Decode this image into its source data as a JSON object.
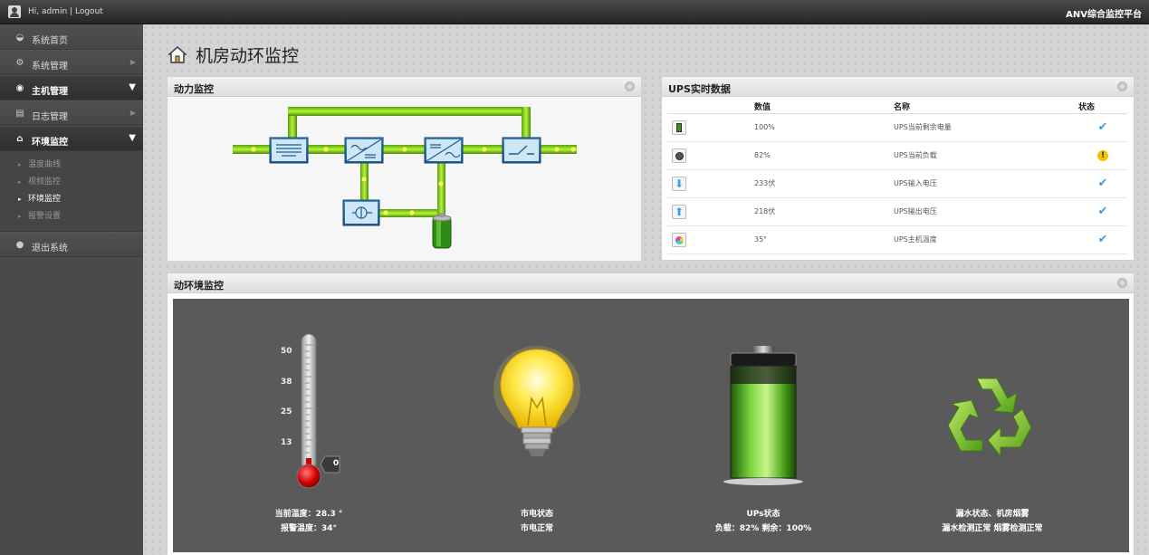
{
  "topbar": {
    "greeting": "Hi,",
    "user": "admin",
    "sep": " | ",
    "logout": "Logout",
    "brand": "ANV综合监控平台"
  },
  "sidebar": {
    "items": [
      {
        "label": "系统首页",
        "icon": "dashboard-icon"
      },
      {
        "label": "系统管理",
        "icon": "settings-icon"
      },
      {
        "label": "主机管理",
        "icon": "host-icon"
      },
      {
        "label": "日志管理",
        "icon": "log-icon"
      },
      {
        "label": "环境监控",
        "icon": "home-icon"
      },
      {
        "label": "退出系统",
        "icon": "info-icon"
      }
    ],
    "subitems": [
      "温度曲线",
      "视频监控",
      "环境监控",
      "报警设置"
    ]
  },
  "page": {
    "title": "机房动环监控"
  },
  "power_panel": {
    "title": "动力监控"
  },
  "ups_panel": {
    "title": "UPS实时数据",
    "columns": [
      "数值",
      "名称",
      "状态"
    ],
    "rows": [
      {
        "value": "100%",
        "name": "UPS当前剩余电量",
        "icon": "battery-icon",
        "status": "ok"
      },
      {
        "value": "82%",
        "name": "UPS当前负载",
        "icon": "gauge-icon",
        "status": "warning"
      },
      {
        "value": "233伏",
        "name": "UPS输入电压",
        "icon": "arrow-down-icon",
        "status": "ok"
      },
      {
        "value": "218伏",
        "name": "UPS输出电压",
        "icon": "arrow-up-icon",
        "status": "ok"
      },
      {
        "value": "35°",
        "name": "UPS主机温度",
        "icon": "color-wheel-icon",
        "status": "ok"
      }
    ]
  },
  "env_panel": {
    "title": "动环境监控",
    "thermometer": {
      "ticks": [
        "50",
        "38",
        "25",
        "13"
      ],
      "reading_badge": "0",
      "line1": "当前温度：28.3 °",
      "line2": "报警温度：34°"
    },
    "mains": {
      "line1": "市电状态",
      "line2": "市电正常"
    },
    "ups": {
      "line1": "UPs状态",
      "line2": "负载：82% 剩余：100%",
      "level": 1.0
    },
    "leak": {
      "line1": "漏水状态、机房烟雾",
      "line2": "漏水检测正常 烟雾检测正常"
    }
  },
  "colors": {
    "pipe_green": "#8be022",
    "accent_blue": "#3a9ee8",
    "warning": "#f3c400"
  }
}
